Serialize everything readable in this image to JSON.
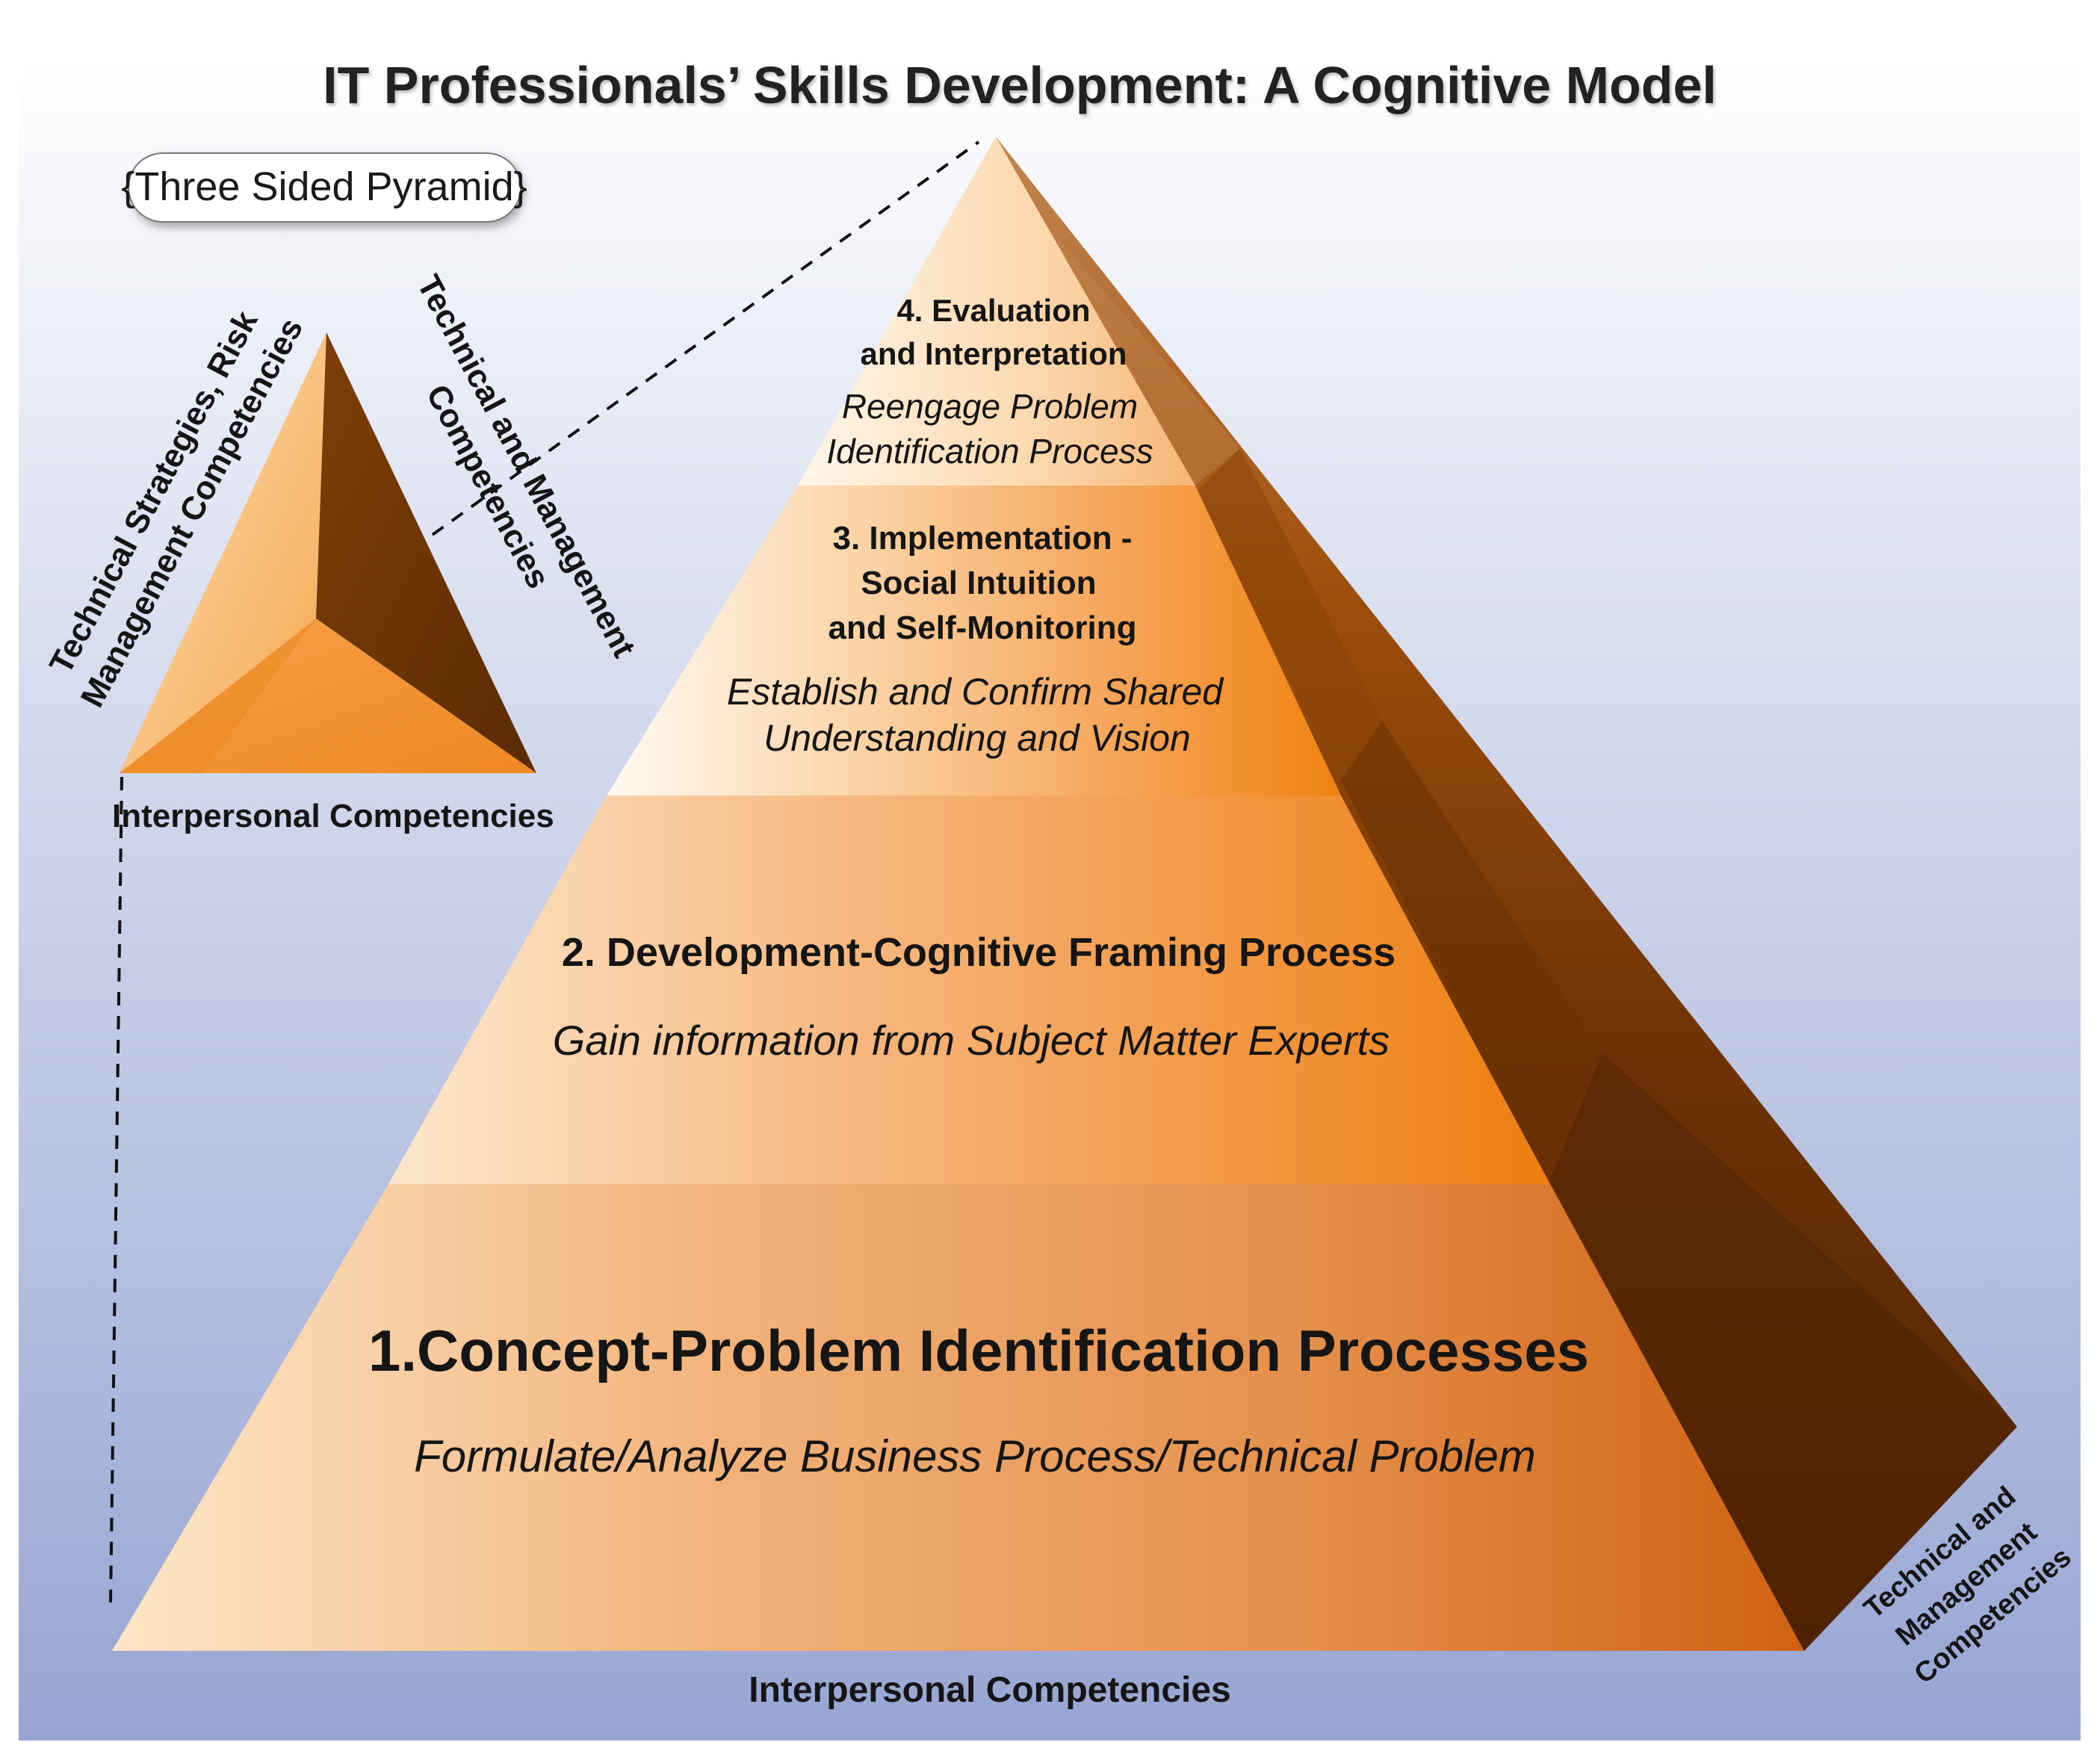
{
  "title": "IT Professionals’ Skills Development: A Cognitive Model",
  "badge": "{Three Sided Pyramid}",
  "small_pyramid": {
    "left_face_label_line1": "Technical Strategies, Risk",
    "left_face_label_line2": "Management Competencies",
    "right_face_label_line1": "Technical and Management",
    "right_face_label_line2": "Competencies",
    "base_label": "Interpersonal Competencies"
  },
  "levels": [
    {
      "number_title": "1.Concept-Problem Identification Processes",
      "subtitle": "Formulate/Analyze Business Process/Technical Problem"
    },
    {
      "number_title": "2. Development-Cognitive Framing Process",
      "subtitle": "Gain information from Subject Matter Experts"
    },
    {
      "title_line1": "3. Implementation -",
      "title_line2": "Social Intuition",
      "title_line3": "and Self-Monitoring",
      "subtitle_line1": "Establish and Confirm Shared",
      "subtitle_line2": "Understanding and Vision"
    },
    {
      "title_line1": "4. Evaluation",
      "title_line2": "and Interpretation",
      "subtitle_line1": "Reengage Problem",
      "subtitle_line2": "Identification Process"
    }
  ],
  "big_pyramid": {
    "base_label": "Interpersonal Competencies",
    "right_label_line1": "Technical and",
    "right_label_line2": "Management",
    "right_label_line3": "Competencies"
  },
  "colors": {
    "background_top": "#ffffff",
    "background_bottom": "#9aa7d4",
    "orange_light": "#fde4c4",
    "orange_mid": "#f6a24a",
    "orange_deep": "#ee7d12",
    "brown_dark": "#5a2c05"
  }
}
